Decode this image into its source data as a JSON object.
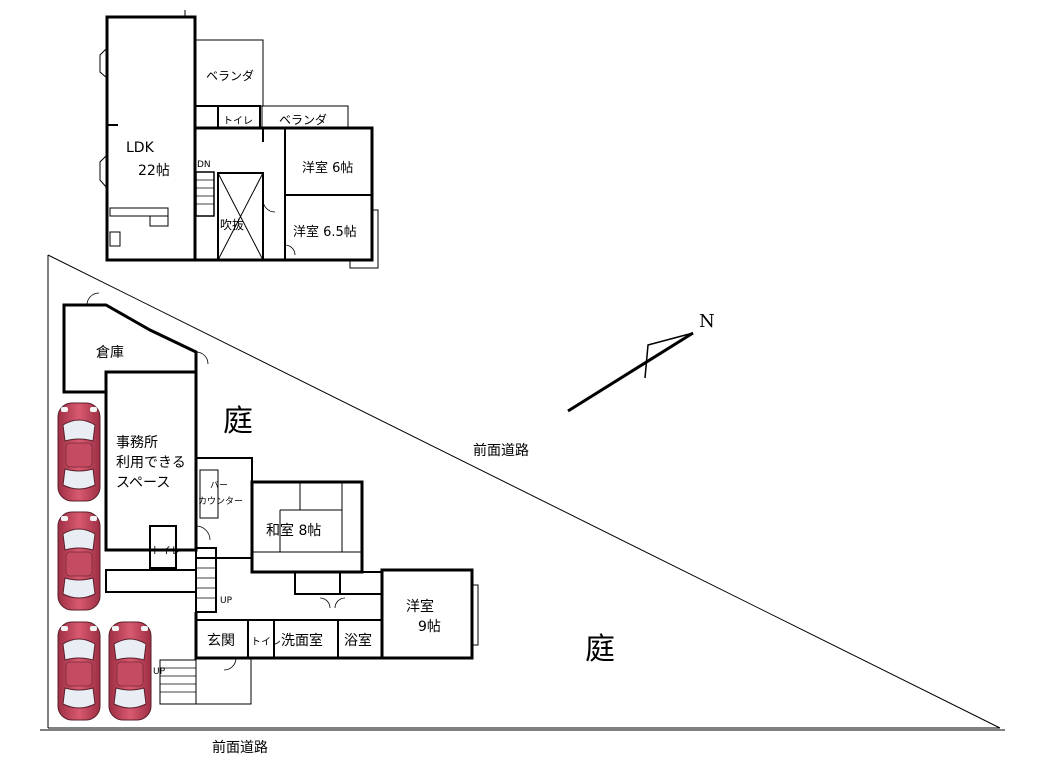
{
  "upper_floor": {
    "rooms": {
      "ldk": "LDK",
      "ldk_size": "22帖",
      "veranda_1": "ベランダ",
      "veranda_2": "ベランダ",
      "toilet": "トイレ",
      "western_6": "洋室 6帖",
      "western_65": "洋室 6.5帖",
      "atrium": "吹抜",
      "stairs_dn": "DN"
    }
  },
  "ground_floor": {
    "rooms": {
      "storage": "倉庫",
      "office_line1": "事務所",
      "office_line2": "利用できる",
      "office_line3": "スペース",
      "bar_line1": "バー",
      "bar_line2": "カウンター",
      "japanese_room": "和室 8帖",
      "western_line1": "洋室",
      "western_line2": "9帖",
      "toilet_1": "トイレ",
      "toilet_2": "トイレ",
      "entrance": "玄関",
      "washroom": "洗面室",
      "bathroom": "浴室",
      "stairs_up_1": "UP",
      "stairs_up_2": "UP"
    }
  },
  "site": {
    "garden_1": "庭",
    "garden_2": "庭",
    "front_road_diagonal": "前面道路",
    "front_road_bottom": "前面道路",
    "north": "N",
    "parked_cars": 4,
    "car_color": "#c8485e"
  }
}
